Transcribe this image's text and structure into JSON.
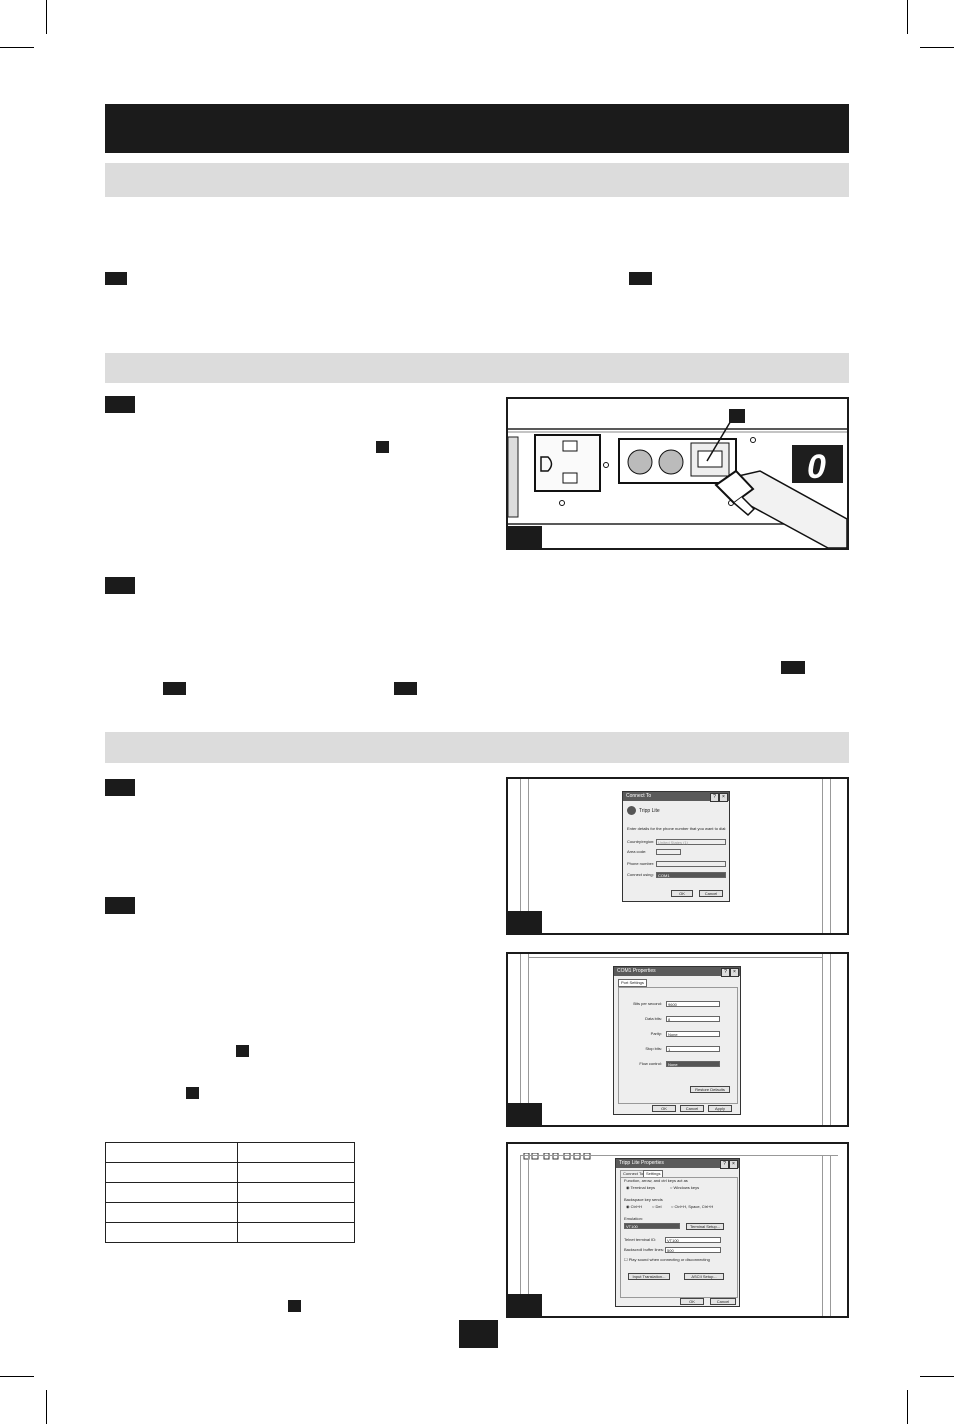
{
  "dialogs": {
    "connect_to": {
      "title": "Connect To",
      "connection_name": "Tripp Lite",
      "prompt": "Enter details for the phone number that you want to dial:",
      "country_label": "Country/region:",
      "country_value": "United States (1)",
      "area_label": "Area code:",
      "phone_label": "Phone number:",
      "connect_using_label": "Connect using:",
      "connect_using_value": "COM1",
      "ok": "OK",
      "cancel": "Cancel"
    },
    "com_properties": {
      "title": "COM1 Properties",
      "tab": "Port Settings",
      "fields": [
        {
          "label": "Bits per second:",
          "value": "9600",
          "dark": false
        },
        {
          "label": "Data bits:",
          "value": "8",
          "dark": false
        },
        {
          "label": "Parity:",
          "value": "None",
          "dark": false
        },
        {
          "label": "Stop bits:",
          "value": "1",
          "dark": false
        },
        {
          "label": "Flow control:",
          "value": "None",
          "dark": true
        }
      ],
      "restore": "Restore Defaults",
      "ok": "OK",
      "cancel": "Cancel",
      "apply": "Apply"
    },
    "tl_properties": {
      "title": "Tripp Lite Properties",
      "tab1": "Connect To",
      "tab2": "Settings",
      "function_group": "Function, arrow, and ctrl keys act as",
      "opt_terminal": "Terminal keys",
      "opt_windows": "Windows keys",
      "backspace_group": "Backspace key sends",
      "opt_ctrlh": "Ctrl+H",
      "opt_del": "Del",
      "opt_ctrlh_space": "Ctrl+H, Space, Ctrl+H",
      "emulation_label": "Emulation:",
      "emulation_value": "VT100",
      "terminal_setup": "Terminal Setup...",
      "telnet_label": "Telnet terminal ID:",
      "telnet_value": "VT100",
      "backscroll_label": "Backscroll buffer lines:",
      "backscroll_value": "500",
      "play_sound": "Play sound when connecting or disconnecting",
      "input_translation": "Input Translation...",
      "ascii_setup": "ASCII Setup...",
      "ok": "OK",
      "cancel": "Cancel"
    }
  },
  "pdu_display": "0",
  "table_rows": 5
}
